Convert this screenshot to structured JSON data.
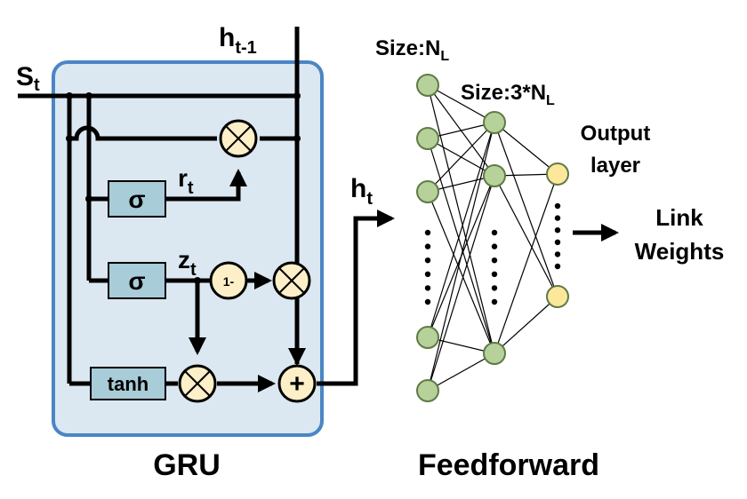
{
  "gru": {
    "title": "GRU",
    "input_label": "S",
    "input_sub": "t",
    "prev_hidden_label": "h",
    "prev_hidden_sub": "t-1",
    "reset_gate_label": "r",
    "reset_gate_sub": "t",
    "update_gate_label": "z",
    "update_gate_sub": "t",
    "sigma_symbol": "σ",
    "tanh_label": "tanh",
    "one_minus_label": "1-",
    "multiply_symbol": "⊗",
    "add_symbol": "+",
    "output_label": "h",
    "output_sub": "t"
  },
  "feedforward": {
    "title": "Feedforward",
    "input_size_label": "Size:N",
    "input_size_sub": "L",
    "hidden_size_label": "Size:3*N",
    "hidden_size_sub": "L",
    "output_layer_line1": "Output",
    "output_layer_line2": "layer",
    "result_line1": "Link",
    "result_line2": "Weights"
  },
  "colors": {
    "gru_box_fill": "#dce8f1",
    "gru_box_stroke": "#4a86c5",
    "gate_box_fill": "#a8ccd8",
    "op_circle_fill": "#fdefc8",
    "input_node_fill": "#b7d19a",
    "hidden_node_fill": "#b7d19a",
    "output_node_fill": "#fde79a",
    "node_stroke": "#5f7a45"
  }
}
